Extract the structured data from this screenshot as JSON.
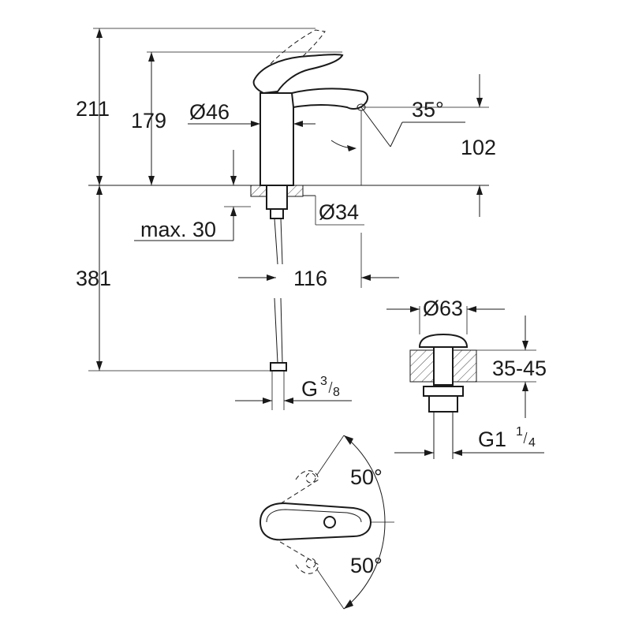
{
  "dimensions": {
    "total_height": "211",
    "spout_height": "179",
    "body_diameter": "Ø46",
    "spout_angle": "35°",
    "spout_clearance": "102",
    "fixing_diameter": "Ø34",
    "max_thickness": "max. 30",
    "hose_length": "381",
    "spout_reach": "116",
    "supply_thread_prefix": "G",
    "supply_thread_num": "3",
    "supply_thread_den": "8",
    "waste_diameter": "Ø63",
    "waste_range": "35-45",
    "waste_thread_prefix": "G1",
    "waste_thread_num": "1",
    "waste_thread_den": "4",
    "lever_angle_top": "50°",
    "lever_angle_bottom": "50°"
  }
}
